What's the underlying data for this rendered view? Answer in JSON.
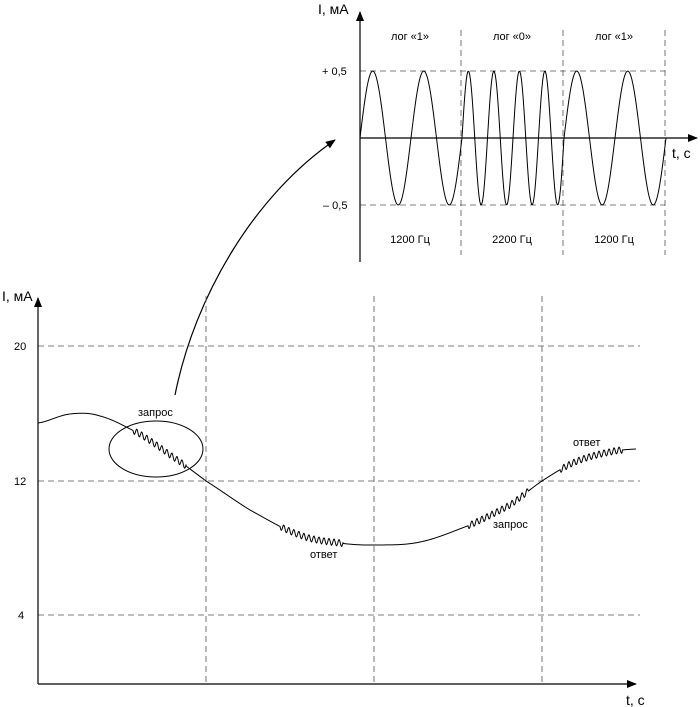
{
  "main_plot": {
    "y_axis_label": "I, мА",
    "x_axis_label": "t, с",
    "y_ticks": [
      "20",
      "12",
      "4"
    ],
    "annotations": {
      "zapros_1": "запрос",
      "otvet_1": "ответ",
      "zapros_2": "запрос",
      "otvet_2": "ответ"
    }
  },
  "inset_plot": {
    "y_axis_label": "I, мА",
    "x_axis_label": "t, с",
    "y_ticks": [
      "+ 0,5",
      "– 0,5"
    ],
    "segments": [
      {
        "logic": "лог «1»",
        "frequency": "1200 Гц",
        "cycles": 2
      },
      {
        "logic": "лог «0»",
        "frequency": "2200 Гц",
        "cycles": 4
      },
      {
        "logic": "лог «1»",
        "frequency": "1200 Гц",
        "cycles": 2
      }
    ]
  }
}
